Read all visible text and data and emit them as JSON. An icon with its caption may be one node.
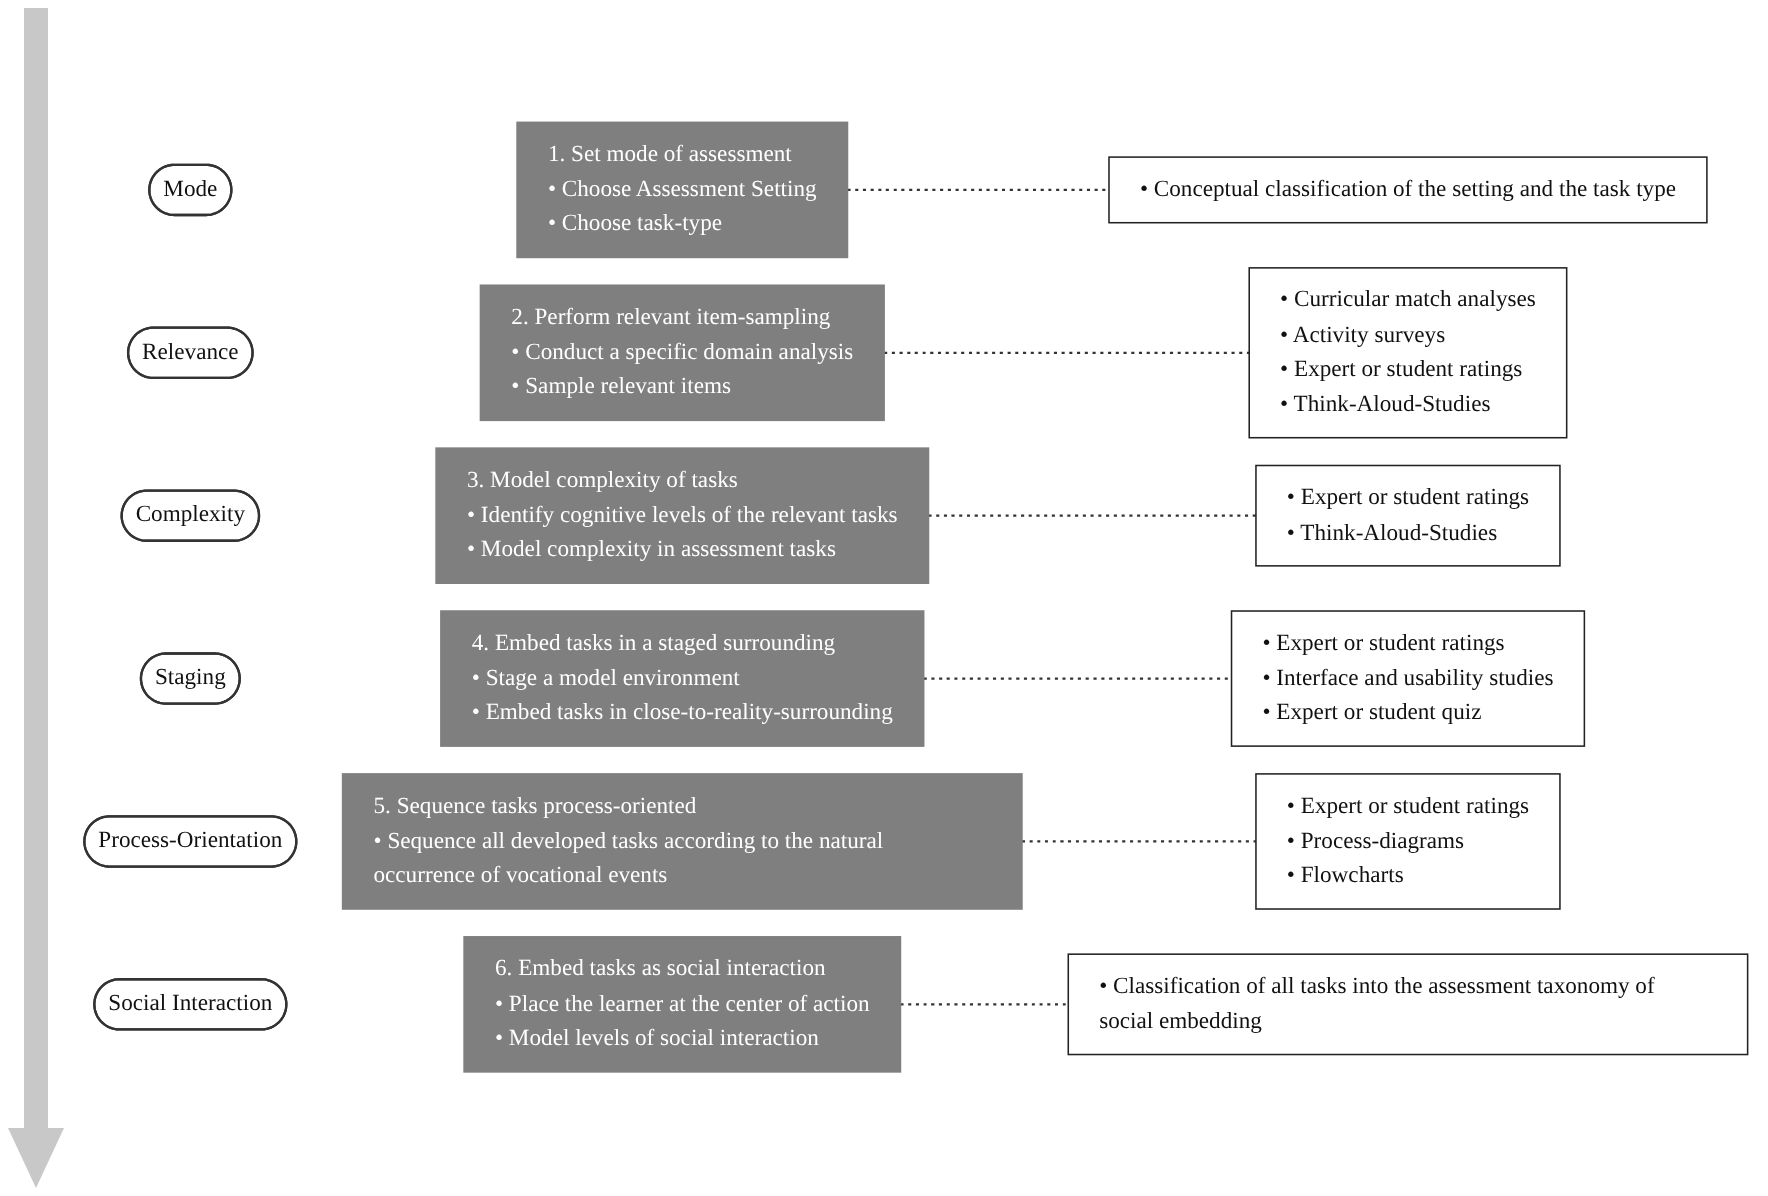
{
  "diagram": {
    "nodes": [
      {
        "text": [
          "Mode"
        ]
      },
      {
        "text": [
          "1. Set mode of assessment",
          "• Choose Assessment Setting",
          "• Choose task-type"
        ]
      },
      {
        "text": [
          "• Conceptual classification of the setting and the task type"
        ]
      },
      {
        "text": [
          "Relevance"
        ]
      },
      {
        "text": [
          "2. Perform relevant item-sampling",
          "• Conduct a specific domain analysis",
          "• Sample relevant items"
        ]
      },
      {
        "text": [
          "• Curricular match analyses",
          "• Activity surveys",
          "• Expert or student ratings",
          "• Think-Aloud-Studies"
        ]
      },
      {
        "text": [
          "Complexity"
        ]
      },
      {
        "text": [
          "3. Model complexity of tasks",
          "• Identify cognitive levels of the relevant tasks",
          "• Model complexity in assessment tasks"
        ]
      },
      {
        "text": [
          "• Expert or student ratings",
          "• Think-Aloud-Studies"
        ]
      },
      {
        "text": [
          "Staging"
        ]
      },
      {
        "text": [
          "4. Embed tasks in a staged surrounding",
          "• Stage a model environment",
          "• Embed tasks in close-to-reality-surrounding"
        ]
      },
      {
        "text": [
          "• Expert or student ratings",
          "• Interface and usability studies",
          "• Expert or student quiz"
        ]
      },
      {
        "text": [
          "Process-Orientation"
        ]
      },
      {
        "text": [
          "5. Sequence tasks process-oriented",
          "• Sequence all developed tasks according to the natural occurrence of vocational events"
        ]
      },
      {
        "text": [
          "• Expert or student ratings",
          "• Process-diagrams",
          "• Flowcharts"
        ]
      },
      {
        "text": [
          "Social Interaction"
        ]
      },
      {
        "text": [
          "6. Embed tasks as social interaction",
          "• Place the learner at the center of action",
          "• Model levels of social interaction"
        ]
      },
      {
        "text": [
          "• Classification of all tasks into the assessment taxonomy of social embedding"
        ]
      }
    ],
    "edges": [
      {
        "from": 1,
        "to": 2,
        "arrow": "none",
        "style": "dashed"
      },
      {
        "from": 4,
        "to": 5,
        "arrow": "none",
        "style": "dashed"
      },
      {
        "from": 7,
        "to": 8,
        "arrow": "none",
        "style": "dashed"
      },
      {
        "from": 10,
        "to": 11,
        "arrow": "none",
        "style": "dashed"
      },
      {
        "from": 13,
        "to": 14,
        "arrow": "none",
        "style": "dashed"
      },
      {
        "from": 16,
        "to": 17,
        "arrow": "none",
        "style": "dashed"
      }
    ]
  }
}
